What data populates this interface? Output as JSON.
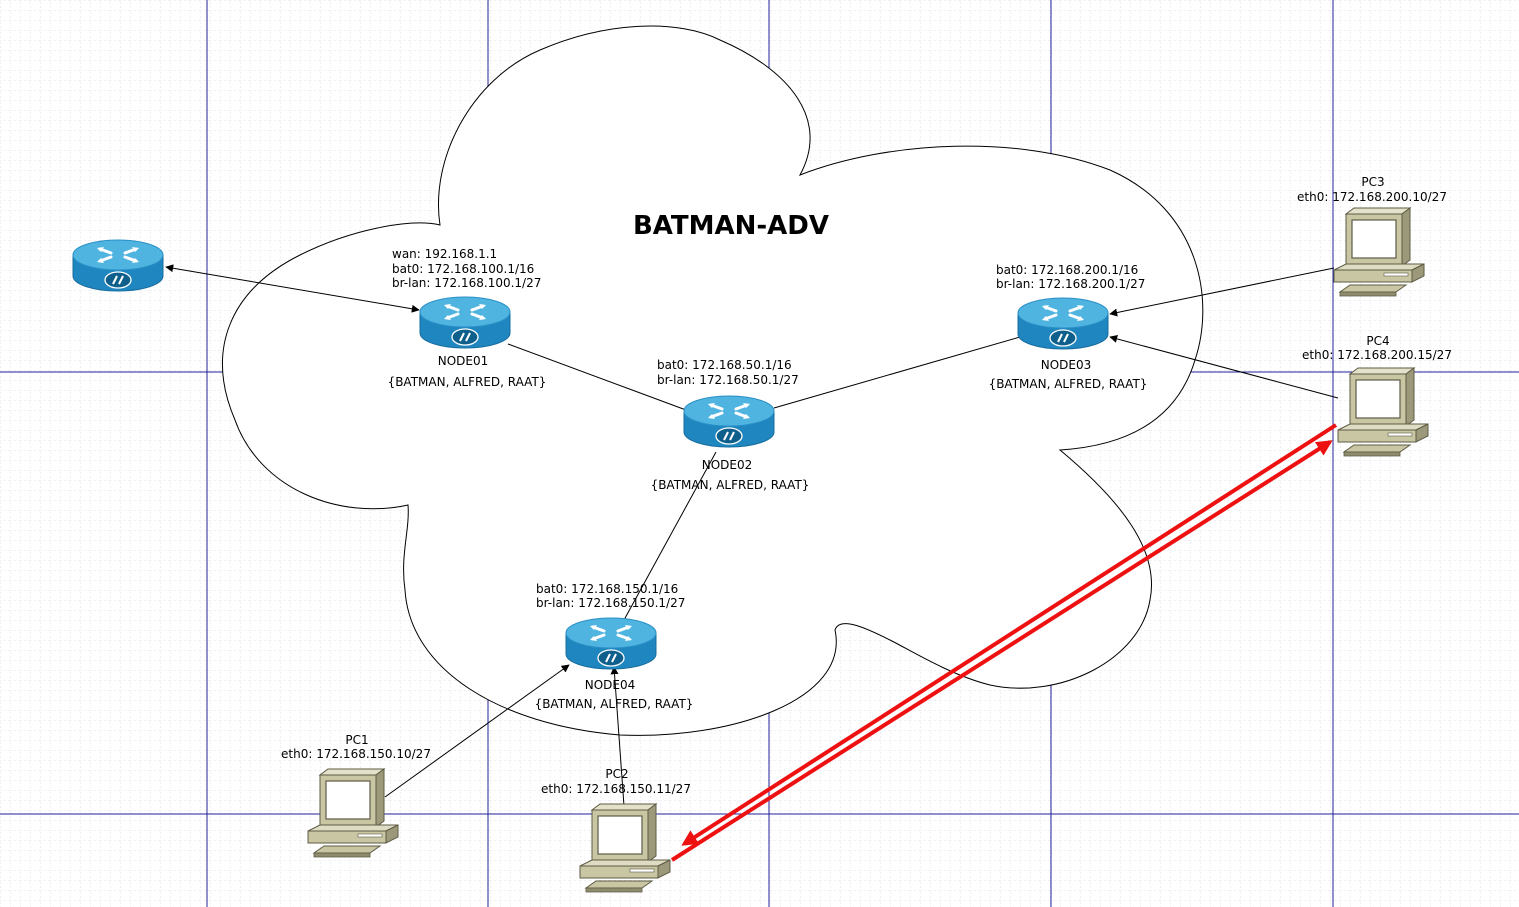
{
  "title": "BATMAN-ADV",
  "nodes": {
    "gateway": {},
    "node01": {
      "name": "NODE01",
      "services": "{BATMAN, ALFRED, RAAT}",
      "ip_lines": [
        "wan: 192.168.1.1",
        "bat0: 172.168.100.1/16",
        "br-lan: 172.168.100.1/27"
      ]
    },
    "node02": {
      "name": "NODE02",
      "services": "{BATMAN, ALFRED, RAAT}",
      "ip_lines": [
        "bat0: 172.168.50.1/16",
        "br-lan: 172.168.50.1/27"
      ]
    },
    "node03": {
      "name": "NODE03",
      "services": "{BATMAN, ALFRED, RAAT}",
      "ip_lines": [
        "bat0: 172.168.200.1/16",
        "br-lan: 172.168.200.1/27"
      ]
    },
    "node04": {
      "name": "NODE04",
      "services": "{BATMAN, ALFRED, RAAT}",
      "ip_lines": [
        "bat0: 172.168.150.1/16",
        "br-lan: 172.168.150.1/27"
      ]
    }
  },
  "pcs": {
    "pc1": {
      "name": "PC1",
      "ip": "eth0: 172.168.150.10/27"
    },
    "pc2": {
      "name": "PC2",
      "ip": "eth0: 172.168.150.11/27"
    },
    "pc3": {
      "name": "PC3",
      "ip": "eth0: 172.168.200.10/27"
    },
    "pc4": {
      "name": "PC4",
      "ip": "eth0: 172.168.200.15/27"
    }
  },
  "colors": {
    "router_top": "#4fb4e0",
    "router_body": "#1f86c0",
    "router_dark": "#166c9e",
    "pc_body": "#c9c6a4",
    "pc_dark": "#8f8c6d",
    "grid_minor": "#d3d7dc",
    "grid_major": "#20209a",
    "highlight_link": "#ee1111"
  }
}
